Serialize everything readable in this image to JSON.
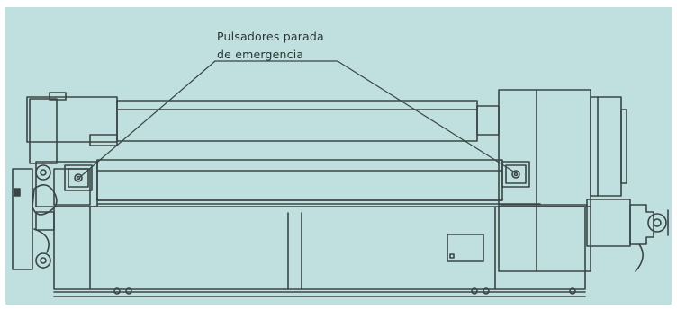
{
  "callout": {
    "line1": "Pulsadores parada",
    "line2": "de emergencia"
  },
  "colors": {
    "background": "#bfe0de",
    "line": "#3a4545",
    "border_white": "#ffffff"
  },
  "components": [
    "emergency-stop-button-left",
    "emergency-stop-button-right",
    "upper-roller",
    "lower-roller",
    "machine-base",
    "drive-motor",
    "left-end-frame",
    "right-end-frame"
  ]
}
